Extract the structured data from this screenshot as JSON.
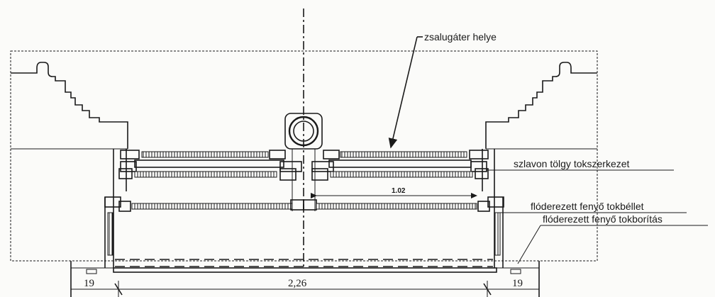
{
  "labels": {
    "shutter_location": "zsalugáter helye",
    "frame_structure": "szlavon tölgy tokszerkezet",
    "frame_lining": "flóderezett fenyő tokbéllet",
    "frame_cover": "flóderezett fenyő tokborítás"
  },
  "dimensions": {
    "left_reveal": "19",
    "total_width": "2,26",
    "right_reveal": "19",
    "sash_width": "1.02"
  }
}
